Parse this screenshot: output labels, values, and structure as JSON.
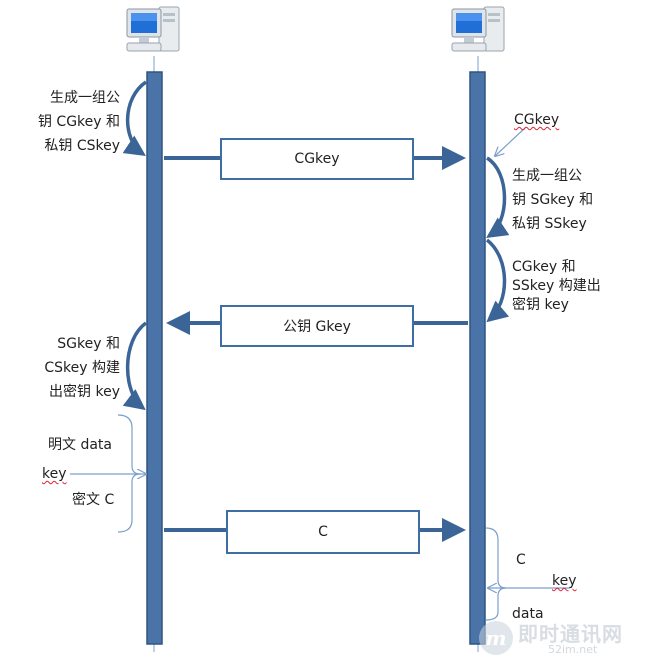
{
  "client": {
    "keygen_text": [
      "生成一组公",
      "钥 CGkey 和",
      "私钥 CSkey"
    ],
    "derive_text": [
      "SGkey 和",
      "CSkey 构建",
      "出密钥 key"
    ],
    "plaintext_label": "明文 data",
    "key_label": "key",
    "ciphertext_label": "密文 C"
  },
  "server": {
    "received_label": "CGkey",
    "keygen_text": [
      "生成一组公",
      "钥 SGkey 和",
      "私钥 SSkey"
    ],
    "derive_text": [
      "CGkey 和",
      "SSkey 构建出",
      "密钥 key"
    ],
    "cipher_label": "C",
    "key_label": "key",
    "data_label": "data"
  },
  "messages": {
    "msg1": "CGkey",
    "msg2": "公钥 Gkey",
    "msg3": "C"
  },
  "watermark": {
    "text": "即时通讯网",
    "sub": "52im.net"
  },
  "colors": {
    "lifeline": "#4a74a8",
    "lifeline_border": "#2e5481",
    "arrow": "#3b6597",
    "thin_line": "#7aa0cc",
    "box_border": "#3e6ea5"
  }
}
